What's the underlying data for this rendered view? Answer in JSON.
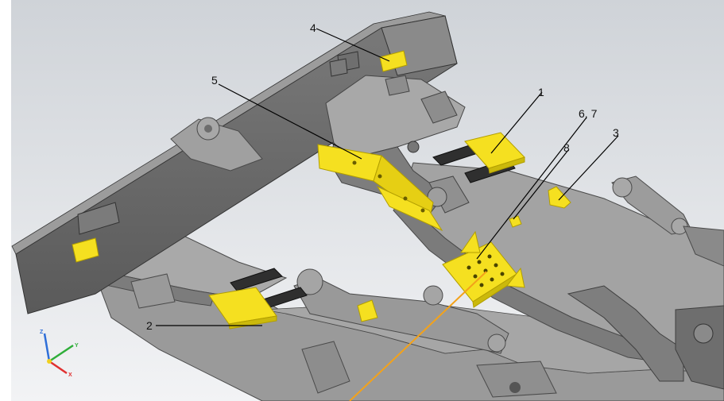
{
  "callouts": {
    "c1": "1",
    "c2": "2",
    "c3": "3",
    "c4": "4",
    "c5": "5",
    "c67": "6, 7",
    "c8": "8"
  },
  "triad": {
    "x": "X",
    "y": "Y",
    "z": "Z"
  },
  "colors": {
    "part": "#8e8e8e",
    "part_light": "#b4b4b4",
    "part_dark": "#5e5e5e",
    "highlight": "#f5e020",
    "highlight_edge": "#b29e00",
    "laser": "#f3a21a",
    "background_top": "#cfd3d8",
    "background_bottom": "#f2f3f5"
  }
}
